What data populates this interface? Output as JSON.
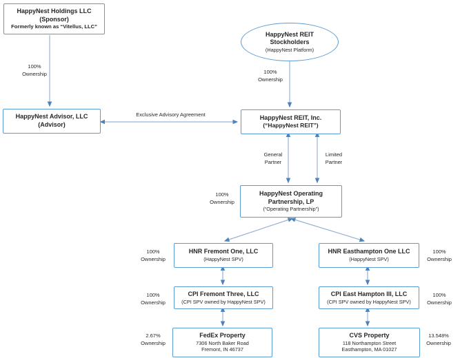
{
  "colors": {
    "box_border": "#5b9bd5",
    "connector_line": "#95b3d7",
    "arrowhead": "#4f81bd",
    "text": "#262626",
    "background": "#ffffff"
  },
  "nodes": {
    "holdings": {
      "title": "HappyNest Holdings LLC",
      "subtitle": "(Sponsor)",
      "note": "Formerly known as “Vitellus, LLC”"
    },
    "stockholders": {
      "title": "HappyNest REIT",
      "title2": "Stockholders",
      "subtitle": "(HappyNest Platform)"
    },
    "advisor": {
      "title": "HappyNest Advisor, LLC",
      "subtitle": "(Advisor)"
    },
    "reit": {
      "title": "HappyNest REIT, Inc.",
      "subtitle": "(“HappyNest REIT”)"
    },
    "operating": {
      "title": "HappyNest Operating",
      "title2": "Partnership, LP",
      "subtitle": "(“Operating Partnership”)"
    },
    "hnr_fremont": {
      "title": "HNR Fremont One, LLC",
      "subtitle": "(HappyNest SPV)"
    },
    "hnr_easthampton": {
      "title": "HNR Easthampton One LLC",
      "subtitle": "(HappyNest SPV)"
    },
    "cpi_fremont": {
      "title": "CPI Fremont Three, LLC",
      "subtitle": "(CPI SPV owned by HappyNest SPV)"
    },
    "cpi_easthampton": {
      "title": "CPI East Hampton III, LLC",
      "subtitle": "(CPI SPV owned by HappyNest SPV)"
    },
    "fedex": {
      "title": "FedEx Property",
      "address1": "7306 North Baker Road",
      "address2": "Fremont, IN 46737"
    },
    "cvs": {
      "title": "CVS Property",
      "address1": "118 Northampton Street",
      "address2": "Easthampton, MA 01027"
    }
  },
  "edges": {
    "holdings_advisor": {
      "value": "100%",
      "caption": "Ownership"
    },
    "stockholders_reit": {
      "value": "100%",
      "caption": "Ownership"
    },
    "advisory_agreement": {
      "label": "Exclusive Advisory Agreement"
    },
    "general_partner": {
      "line1": "General",
      "line2": "Partner"
    },
    "limited_partner": {
      "line1": "Limited",
      "line2": "Partner"
    },
    "operating_ownership": {
      "value": "100%",
      "caption": "Ownership"
    },
    "hnr_fremont_ownership": {
      "value": "100%",
      "caption": "Ownership"
    },
    "hnr_easthampton_ownership": {
      "value": "100%",
      "caption": "Ownership"
    },
    "cpi_fremont_ownership": {
      "value": "100%",
      "caption": "Ownership"
    },
    "cpi_easthampton_ownership": {
      "value": "100%",
      "caption": "Ownership"
    },
    "fedex_ownership": {
      "value": "2.67%",
      "caption": "Ownership"
    },
    "cvs_ownership": {
      "value": "13.548%",
      "caption": "Ownership"
    }
  }
}
